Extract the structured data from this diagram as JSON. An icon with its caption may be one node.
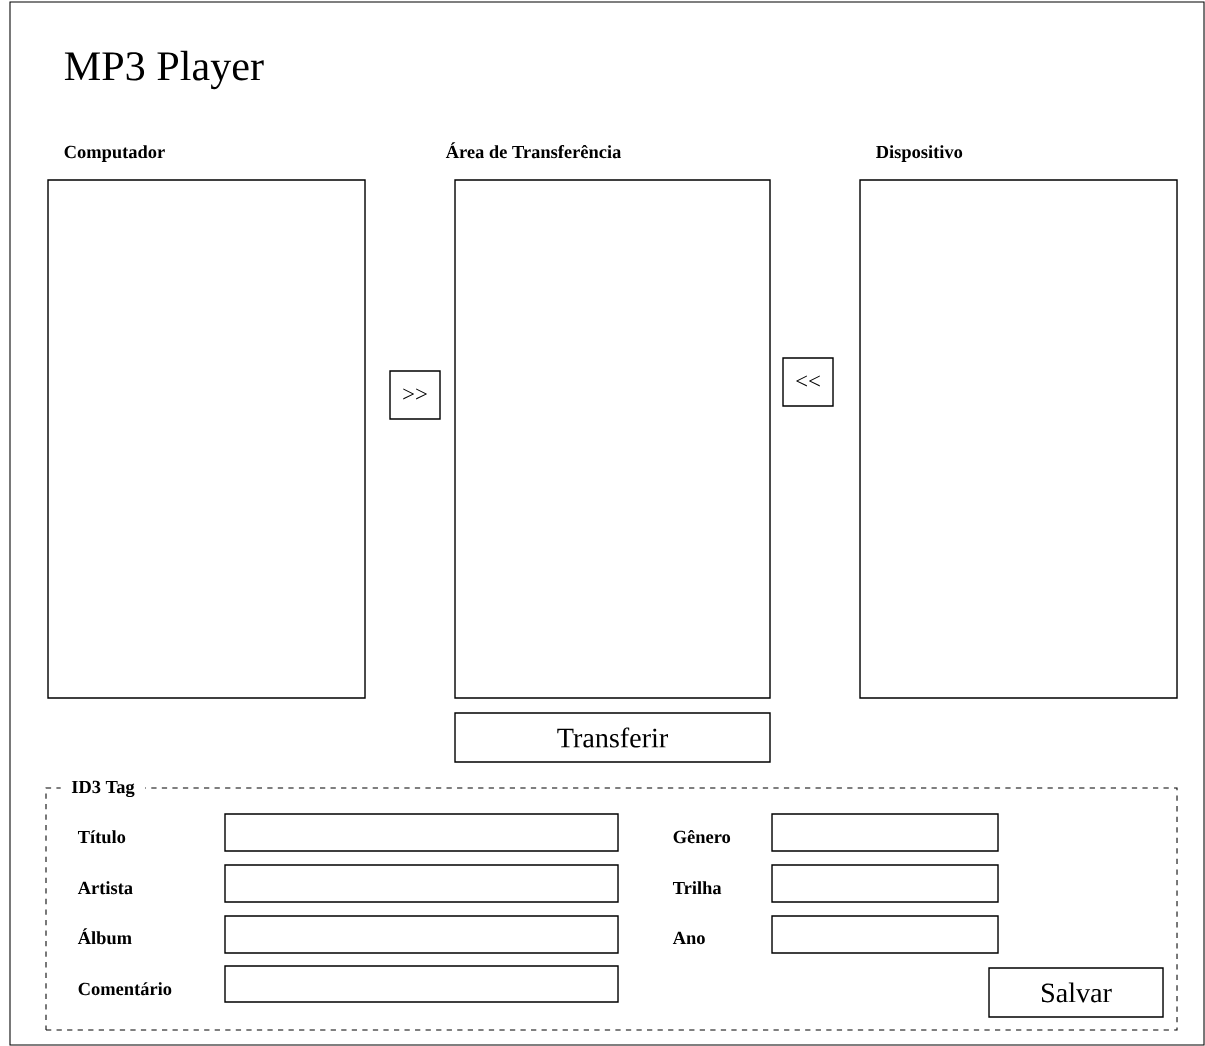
{
  "diagram": {
    "title": "MP3 Player",
    "nodes": [
      {
        "text": [
          "Computador"
        ]
      },
      {
        "text": [
          ">>"
        ]
      },
      {
        "text": [
          "Área de Transferência"
        ]
      },
      {
        "text": [
          "<<"
        ]
      },
      {
        "text": [
          "Dispositivo"
        ]
      },
      {
        "text": [
          "Transferir"
        ]
      },
      {
        "text": [
          "ID3 Tag"
        ]
      },
      {
        "text": [],
        "shape": "box",
        "in": 6
      },
      {
        "text": [],
        "shape": "box",
        "in": 6
      },
      {
        "text": [],
        "shape": "box",
        "in": 6
      },
      {
        "text": [],
        "shape": "box",
        "in": 6
      },
      {
        "text": [],
        "shape": "box",
        "in": 6
      },
      {
        "text": [],
        "shape": "box",
        "in": 6
      },
      {
        "text": [],
        "shape": "box",
        "in": 6
      },
      {
        "text": [
          "Salvar"
        ],
        "in": 6
      }
    ],
    "labels": [
      "Título",
      "Gênero",
      "Artista",
      "Trilha",
      "Álbum",
      "Ano",
      "Comentário"
    ]
  }
}
